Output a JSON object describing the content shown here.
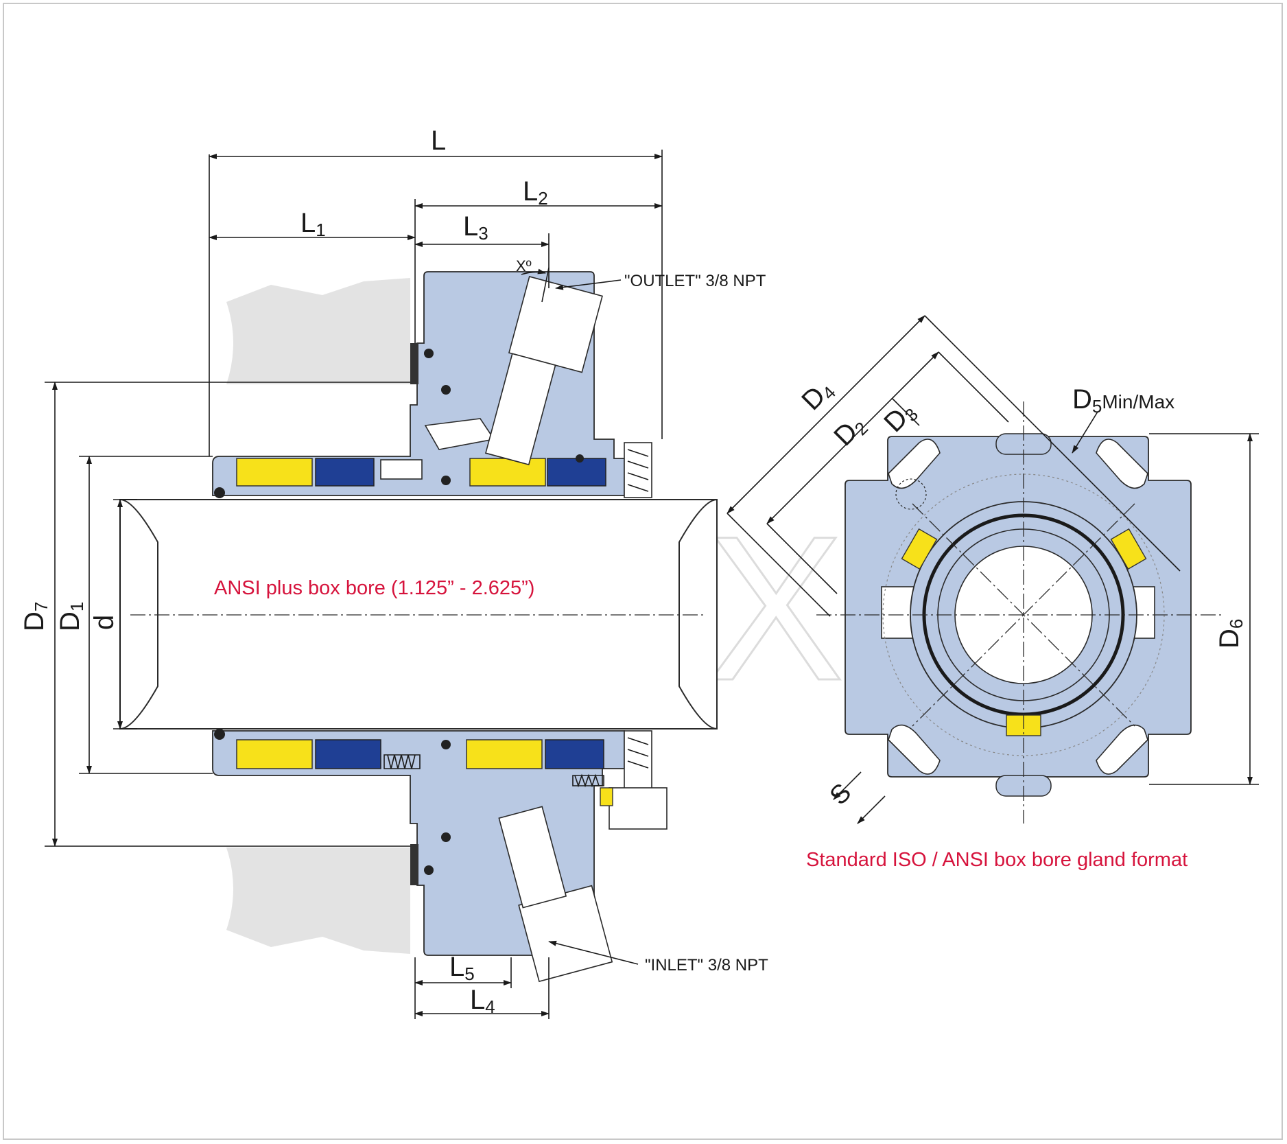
{
  "labels": {
    "L": "L",
    "L1": "L",
    "L1_sub": "1",
    "L2": "L",
    "L2_sub": "2",
    "L3": "L",
    "L3_sub": "3",
    "L4": "L",
    "L4_sub": "4",
    "L5": "L",
    "L5_sub": "5",
    "X": "Xº",
    "D7": "D",
    "D7_sub": "7",
    "D1": "D",
    "D1_sub": "1",
    "d": "d",
    "D4": "D",
    "D4_sub": "4",
    "D2": "D",
    "D2_sub": "2",
    "D3": "D",
    "D3_sub": "3",
    "D5": "D",
    "D5_sub": "5",
    "D5_note": "Min/Max",
    "D6": "D",
    "D6_sub": "6",
    "S": "S"
  },
  "notes": {
    "outlet": "\"OUTLET\" 3/8 NPT",
    "inlet": "\"INLET\" 3/8 NPT",
    "left_caption": "ANSI plus box bore (1.125” - 2.625”)",
    "right_caption": "Standard ISO / ANSI box bore gland format"
  },
  "watermark": "ABEX",
  "colors": {
    "body": "#b9c9e3",
    "seal_face": "#f7e11a",
    "blue_ring": "#1f3f94",
    "caption": "#d6133c",
    "housing_gray": "#e3e3e3"
  }
}
